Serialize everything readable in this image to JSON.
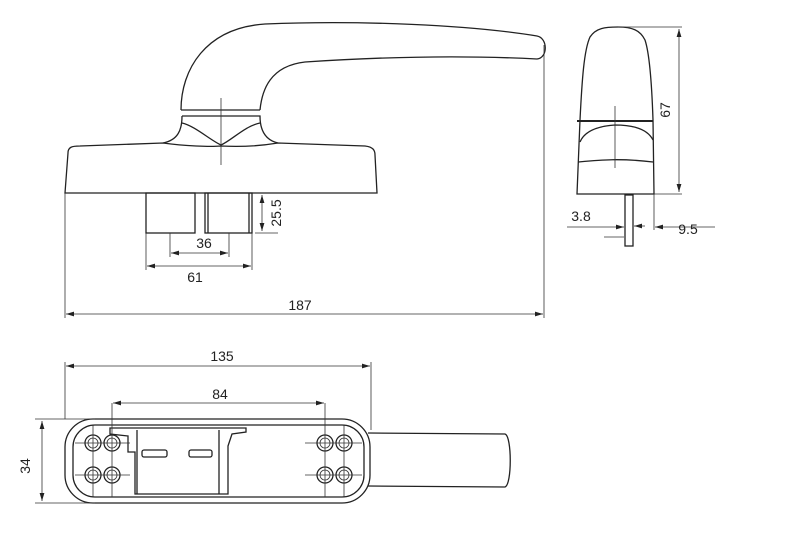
{
  "dimensions": {
    "front_total_length": "187",
    "front_spindle_height": "25.5",
    "front_inner_width": "36",
    "front_outer_width": "61",
    "side_height": "67",
    "side_spindle_offset": "3.8",
    "side_base_offset": "9.5",
    "bottom_base_length": "135",
    "bottom_hole_spacing": "84",
    "bottom_base_width": "34"
  },
  "line_color": "#222222"
}
